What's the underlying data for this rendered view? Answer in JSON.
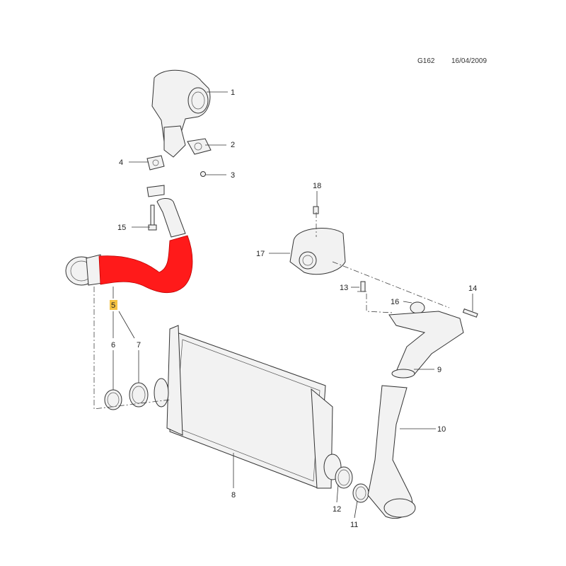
{
  "header": {
    "diagram_code": "G162",
    "date": "16/04/2009"
  },
  "highlight_color": "#ff1a1a",
  "callout_highlight": "#f5c242",
  "callouts": {
    "c1": "1",
    "c2": "2",
    "c3": "3",
    "c4": "4",
    "c5": "5",
    "c6": "6",
    "c7": "7",
    "c8": "8",
    "c9": "9",
    "c10": "10",
    "c11": "11",
    "c12": "12",
    "c13": "13",
    "c14": "14",
    "c15": "15",
    "c16": "16",
    "c17": "17",
    "c18": "18"
  }
}
